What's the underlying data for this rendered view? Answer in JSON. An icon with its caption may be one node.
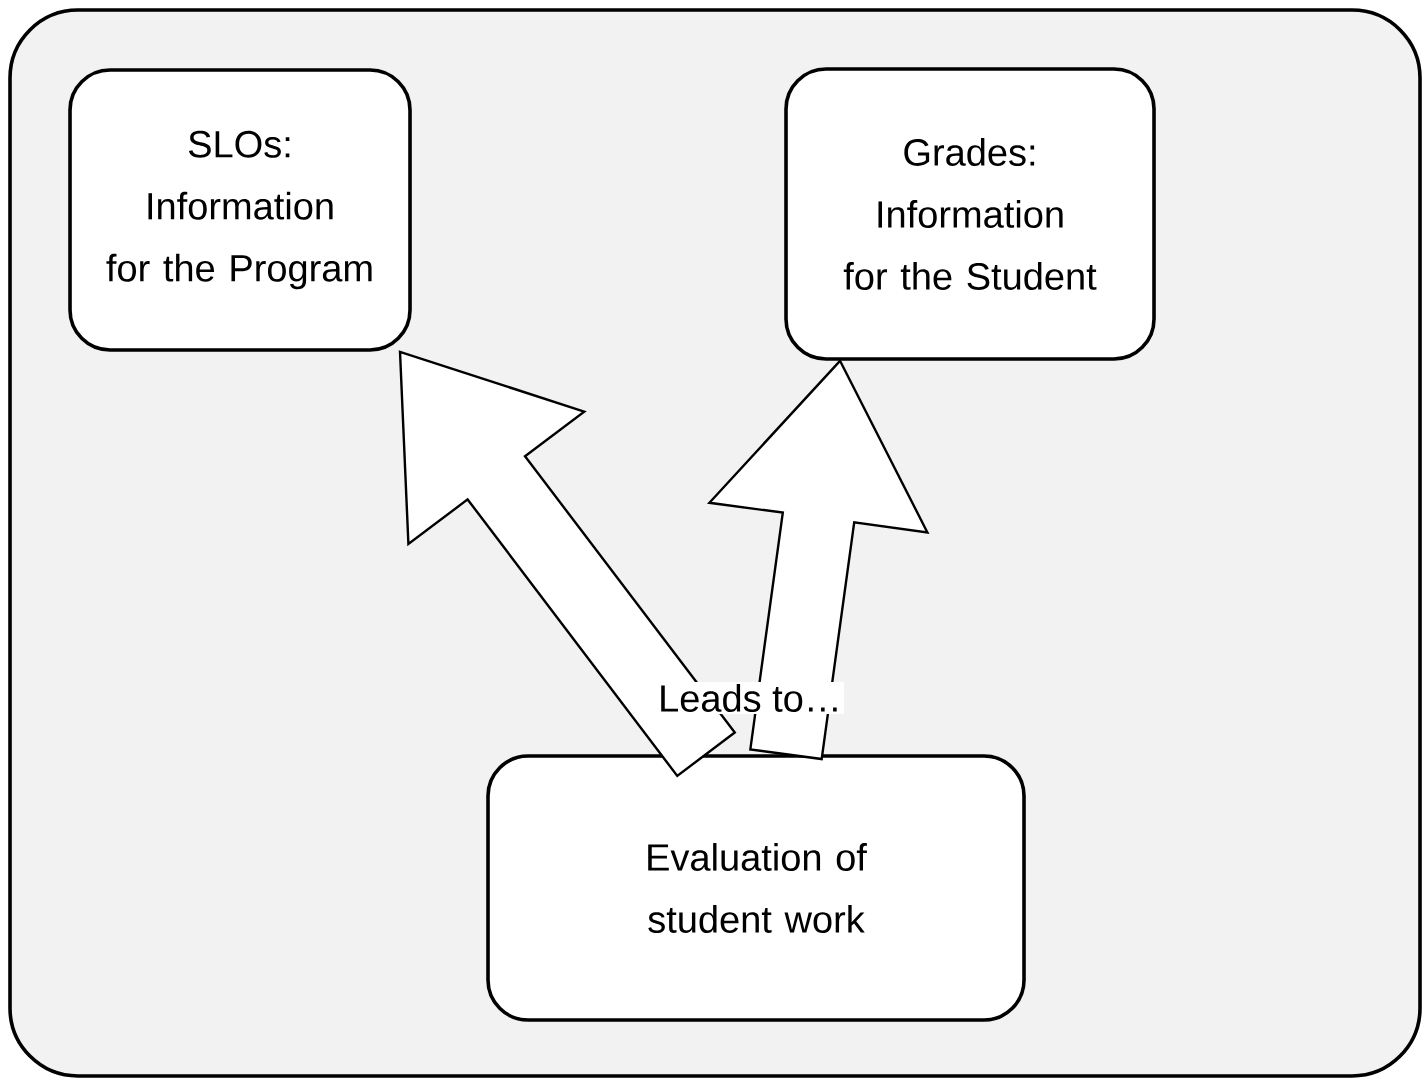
{
  "diagram": {
    "nodes": [
      {
        "text": [],
        "shape": "box"
      },
      {
        "text": [
          "SLOs: Information for the Program"
        ],
        "in": 0
      },
      {
        "text": [
          "Grades: Information for the Student"
        ],
        "in": 0
      },
      {
        "text": [
          "Evaluation of student work"
        ],
        "in": 0
      }
    ],
    "edges": [
      {
        "from": 3,
        "to": 1,
        "arrow": "to",
        "label": "Leads to…"
      },
      {
        "from": 3,
        "to": 2,
        "arrow": "to"
      }
    ]
  }
}
